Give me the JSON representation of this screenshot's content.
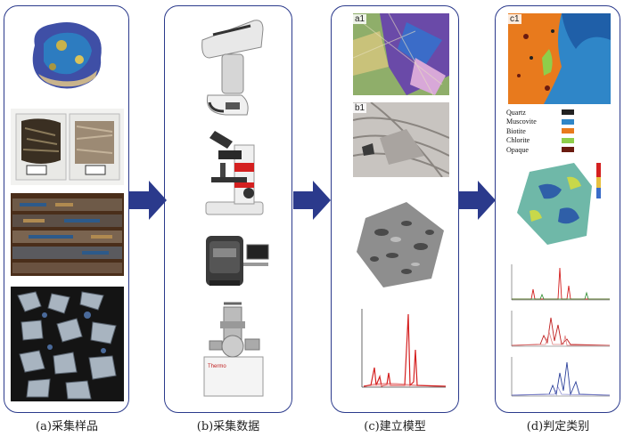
{
  "captions": {
    "a": "(a)采集样品",
    "b": "(b)采集数据",
    "c": "(c)建立模型",
    "d": "(d)判定类别"
  },
  "tags": {
    "a1": "a1",
    "b1": "b1",
    "c1": "c1"
  },
  "legend": [
    {
      "label": "Quartz",
      "color": "#222222"
    },
    {
      "label": "Muscovite",
      "color": "#2f86c8"
    },
    {
      "label": "Biotite",
      "color": "#e87a1d"
    },
    {
      "label": "Chlorite",
      "color": "#8fce4a"
    },
    {
      "label": "Opaque",
      "color": "#6b1b10"
    }
  ],
  "colors": {
    "border": "#2b3a8c",
    "arrow": "#2b3a8c",
    "spectrum_red": "#d42020",
    "spectrum_blue": "#2a3f9a"
  }
}
